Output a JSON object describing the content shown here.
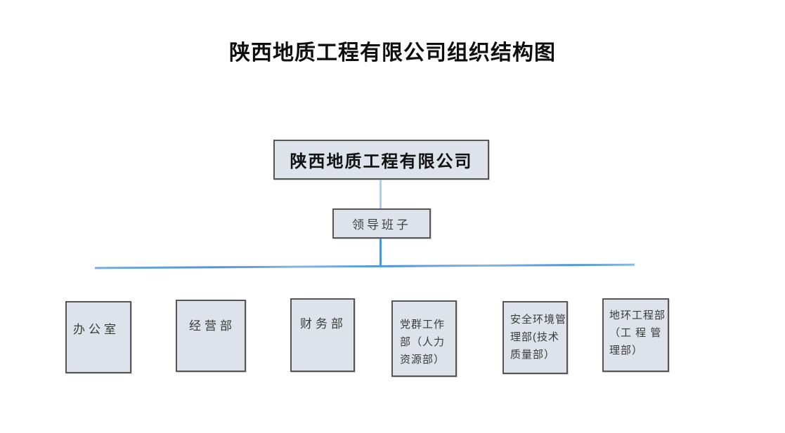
{
  "page": {
    "title": "陕西地质工程有限公司组织结构图"
  },
  "chart": {
    "type": "org-chart",
    "root": {
      "label": "陕西地质工程有限公司"
    },
    "leadership": {
      "label": "领导班子"
    },
    "departments": [
      {
        "name": "办公室",
        "lines": [
          "办公室"
        ]
      },
      {
        "name": "经营部",
        "lines": [
          "经营部"
        ]
      },
      {
        "name": "财务部",
        "lines": [
          "财务部"
        ]
      },
      {
        "name": "党群工作部（人力资源部）",
        "lines": [
          "党群工作",
          "部（人力",
          "资源部）"
        ]
      },
      {
        "name": "安全环境管理部(技术质量部）",
        "lines": [
          "安全环境管",
          "理部(技术",
          "质量部）"
        ]
      },
      {
        "name": "地环工程部（工程管理部）",
        "lines": [
          "地环工程部",
          "（工 程 管",
          "理部）"
        ]
      }
    ]
  },
  "colors": {
    "box_fill": "#dee2ea",
    "box_border": "#565656",
    "connector_light": "#b7c9de",
    "connector_blue": "#4e94d6",
    "horizontal_line_blue": "#5b9bd5",
    "title_text": "#0f0f0f",
    "body_text": "#3a3a3a"
  }
}
